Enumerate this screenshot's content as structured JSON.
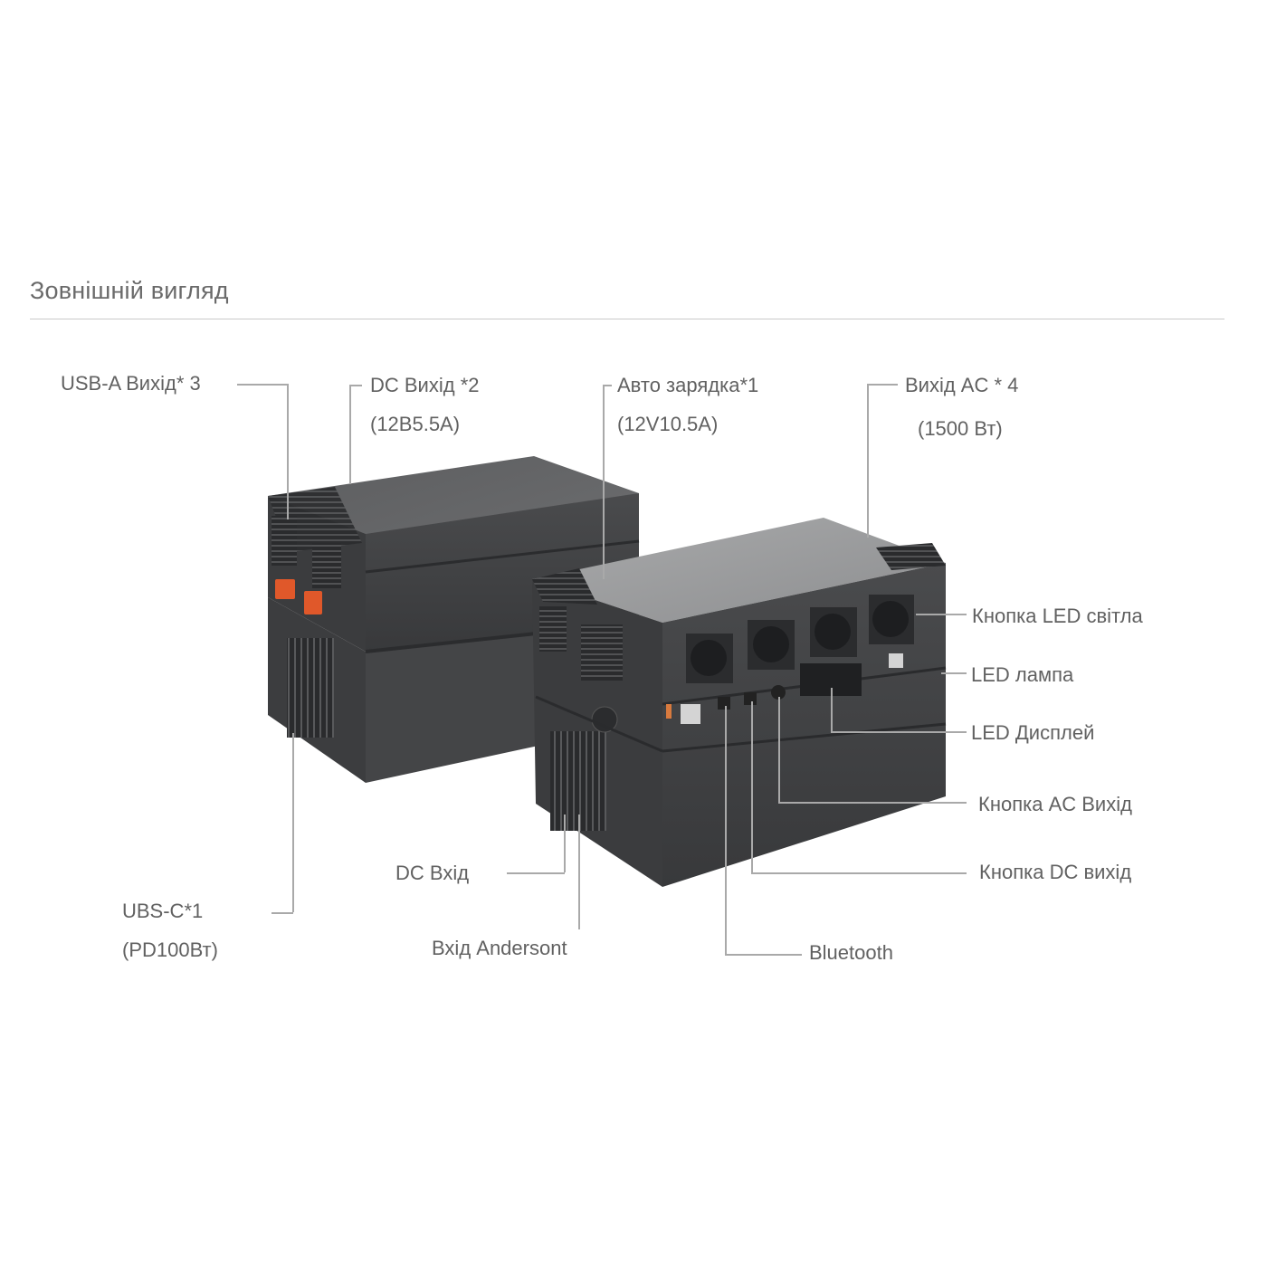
{
  "section": {
    "title": "Зовнішній вигляд"
  },
  "callouts": {
    "usb_a": {
      "line1": "USB-A Вихід* 3"
    },
    "dc_out": {
      "line1": "DC Вихід *2",
      "line2": "(12В5.5А)"
    },
    "car_charge": {
      "line1": "Авто зарядка*1",
      "line2": "(12V10.5A)"
    },
    "ac_out": {
      "line1": "Вихід AC * 4",
      "line2": "(1500 Вт)"
    },
    "led_button": {
      "line1": "Кнопка LED світла"
    },
    "led_lamp": {
      "line1": "LED лампа"
    },
    "led_display": {
      "line1": "LED Дисплей"
    },
    "ac_button": {
      "line1": "Кнопка AC Вихід"
    },
    "dc_button": {
      "line1": "Кнопка DC вихід"
    },
    "bluetooth": {
      "line1": "Bluetooth"
    },
    "dc_in": {
      "line1": "DC Вхід"
    },
    "anderson_in": {
      "line1": "Вхід Andersont"
    },
    "usb_c": {
      "line1": "UBS-C*1",
      "line2": "(PD100Вт)"
    }
  },
  "colors": {
    "body": "#3f4042",
    "body_dark": "#2c2d2f",
    "top": "#5a5b5d",
    "accent_port": "#e0582a",
    "line": "#a9a9a9",
    "text": "#616161"
  }
}
